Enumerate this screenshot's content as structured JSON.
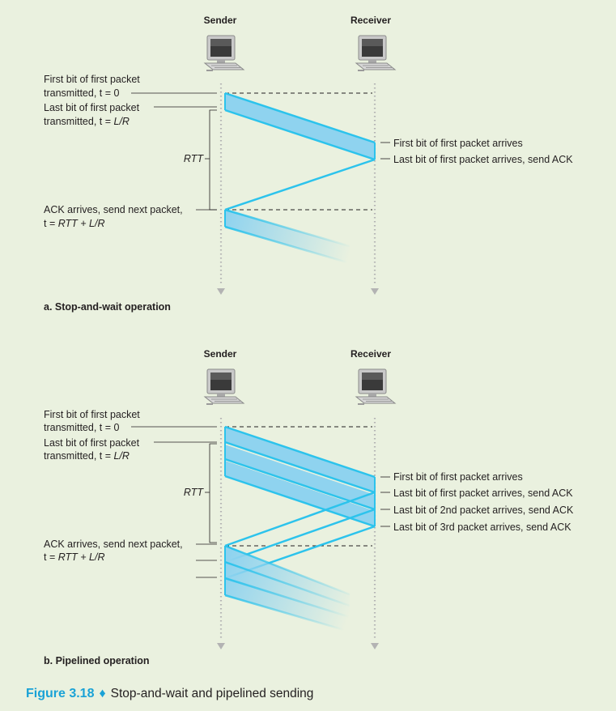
{
  "colors": {
    "background": "#eaf1df",
    "packet_fill": "#8fd3ef",
    "packet_edge": "#2cc3ec",
    "figure_accent": "#1aa2d6",
    "timeline": "#b3b3b3"
  },
  "icons": [
    "computer-icon"
  ],
  "top": {
    "sender": "Sender",
    "receiver": "Receiver",
    "first_bit_line1": "First bit of first packet",
    "first_bit_line2": "transmitted, t = 0",
    "last_bit_line1": "Last bit of first packet",
    "last_bit_line2_prefix": "transmitted, t = ",
    "last_bit_line2_italic": "L/R",
    "rtt": "RTT",
    "ack_line1": "ACK arrives, send next packet,",
    "ack_line2_prefix": "t = ",
    "ack_line2_italic": "RTT + L/R",
    "rx_first": "First bit of first packet arrives",
    "rx_last": "Last bit of first packet arrives, send ACK",
    "caption": "a. Stop-and-wait operation"
  },
  "bottom": {
    "sender": "Sender",
    "receiver": "Receiver",
    "first_bit_line1": "First bit of first packet",
    "first_bit_line2": "transmitted, t = 0",
    "last_bit_line1": "Last bit of first packet",
    "last_bit_line2_prefix": "transmitted, t = ",
    "last_bit_line2_italic": "L/R",
    "rtt": "RTT",
    "ack_line1": "ACK arrives, send next packet,",
    "ack_line2_prefix": "t = ",
    "ack_line2_italic": "RTT + L/R",
    "rx_first": "First bit of first packet arrives",
    "rx_last1": "Last bit of first packet arrives, send ACK",
    "rx_last2": "Last bit of 2nd packet arrives, send ACK",
    "rx_last3": "Last bit of 3rd packet arrives, send ACK",
    "caption": "b. Pipelined operation"
  },
  "figure": {
    "number": "Figure 3.18",
    "separator": "♦",
    "title": "Stop-and-wait and pipelined sending"
  }
}
